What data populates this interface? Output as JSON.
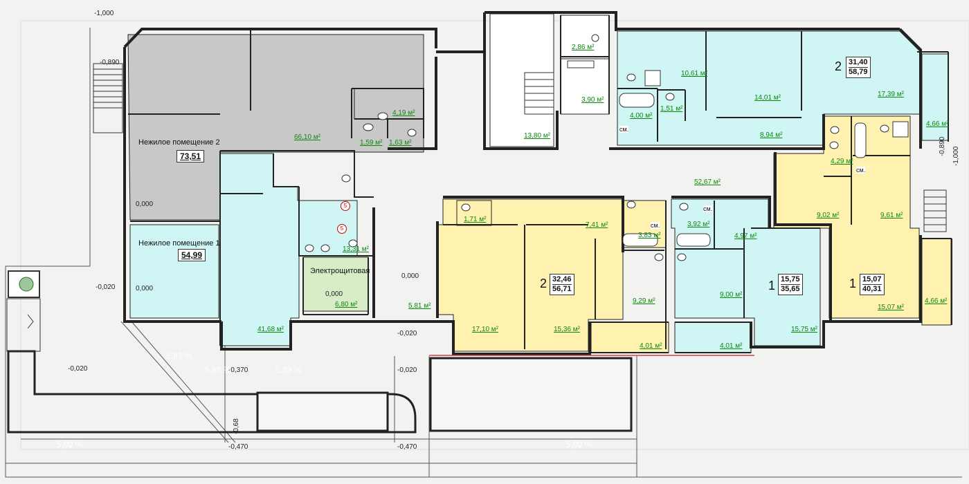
{
  "colors": {
    "background": "#f2f2f0",
    "nonresidential": "#c8c8c8",
    "apartment_blue": "#cff5f5",
    "apartment_yellow": "#fff2b0",
    "electrical_green": "#d8ecc8",
    "wall": "#222222",
    "area_text": "#0a8a0a"
  },
  "rooms": {
    "nonres_2_name": "Нежилое помещение 2",
    "nonres_2_area": "73,51",
    "nonres_2_level": "0,000",
    "nonres_1_name": "Нежилое помещение 1",
    "nonres_1_area": "54,99",
    "nonres_1_level": "0,000",
    "electrical_name": "Электрощитовая",
    "electrical_level": "0,000",
    "corridor_level": "0,000"
  },
  "apartments": [
    {
      "number": "2",
      "living": "31,40",
      "total": "58,79"
    },
    {
      "number": "2",
      "living": "32,46",
      "total": "56,71"
    },
    {
      "number": "1",
      "living": "15,75",
      "total": "35,65"
    },
    {
      "number": "1",
      "living": "15,07",
      "total": "40,31"
    }
  ],
  "areas": {
    "a_2_86": "2,86 м²",
    "a_66_10": "66,10 м²",
    "a_4_19": "4,19 м²",
    "a_1_59": "1,59 м²",
    "a_1_63": "1,63 м²",
    "a_13_80": "13,80 м²",
    "a_3_90": "3,90 м²",
    "a_10_61": "10,61 м²",
    "a_14_01": "14,01 м²",
    "a_17_39": "17,39 м²",
    "a_4_66_top": "4,66 м²",
    "a_4_00": "4,00 м²",
    "a_1_51": "1,51 м²",
    "a_8_94": "8,94 м²",
    "a_4_29": "4,29 м²",
    "a_52_67": "52,67 м²",
    "a_9_02": "9,02 м²",
    "a_9_61": "9,61 м²",
    "a_1_71": "1,71 м²",
    "a_7_41": "7,41 м²",
    "a_3_83": "3,83 м²",
    "a_3_92": "3,92 м²",
    "a_4_97": "4,97 м²",
    "a_13_31": "13,31 м²",
    "a_41_68": "41,68 м²",
    "a_6_80": "6,80 м²",
    "a_5_81": "5,81 м²",
    "a_17_10": "17,10 м²",
    "a_15_36": "15,36 м²",
    "a_9_29": "9,29 м²",
    "a_9_00": "9,00 м²",
    "a_15_75": "15,75 м²",
    "a_15_07": "15,07 м²",
    "a_4_66_right": "4,66 м²",
    "a_4_01_left": "4,01 м²",
    "a_4_01_right": "4,01 м²"
  },
  "marks": {
    "top_left": "-1,000",
    "left_stairs": "-0,890",
    "right_1": "-0,890",
    "right_2": "-1,000",
    "left_mid": "-0,020",
    "left_low": "-0,020",
    "entry_1": "-0,020",
    "entry_2": "-0,020",
    "entry_3": "-0,370",
    "bottom_1": "-0,470",
    "bottom_2": "-0,470",
    "vertical": "-0,68"
  },
  "slopes": {
    "s1": "5,83 %",
    "s2": "5,83 %",
    "s3": "5,00 %",
    "s4": "5,00 %",
    "s5": "5,83 %"
  },
  "labels": {
    "cm": "см.",
    "riser": "5"
  }
}
